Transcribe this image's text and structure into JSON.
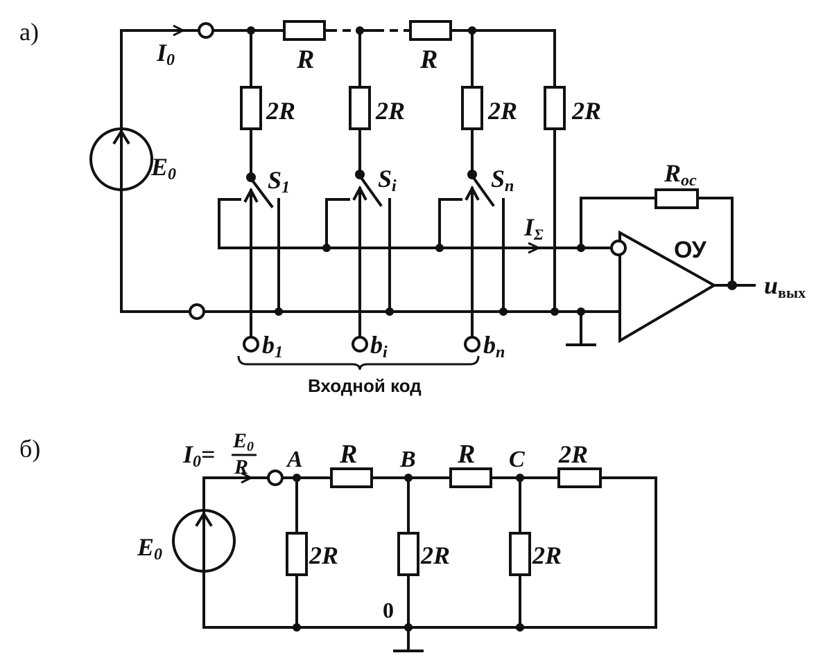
{
  "panel_a": {
    "tag": "а)",
    "current_sym": "I",
    "current_sub": "0",
    "source_sym": "E",
    "source_sub": "0",
    "ladder_R1": "R",
    "ladder_R2": "R",
    "leg_labels": [
      "2R",
      "2R",
      "2R",
      "2R"
    ],
    "switches": [
      {
        "sym": "S",
        "sub": "1"
      },
      {
        "sym": "S",
        "sub": "i"
      },
      {
        "sym": "S",
        "sub": "n"
      }
    ],
    "sum_sym": "I",
    "sum_sub": "Σ",
    "feedback_sym": "R",
    "feedback_sub": "ос",
    "opamp": "ОУ",
    "out_sym": "u",
    "out_sub": "вых",
    "bits": [
      {
        "sym": "b",
        "sub": "1"
      },
      {
        "sym": "b",
        "sub": "i"
      },
      {
        "sym": "b",
        "sub": "n"
      }
    ],
    "code_caption": "Входной код"
  },
  "panel_b": {
    "tag": "б)",
    "current_sym": "I",
    "current_sub": "0",
    "eq": "=",
    "frac_num_sym": "E",
    "frac_num_sub": "0",
    "frac_den": "R",
    "source_sym": "E",
    "source_sub": "0",
    "nodes": [
      "A",
      "B",
      "C"
    ],
    "series_labels": [
      "R",
      "R",
      "2R"
    ],
    "leg_labels": [
      "2R",
      "2R",
      "2R"
    ],
    "ground_node": "0"
  }
}
